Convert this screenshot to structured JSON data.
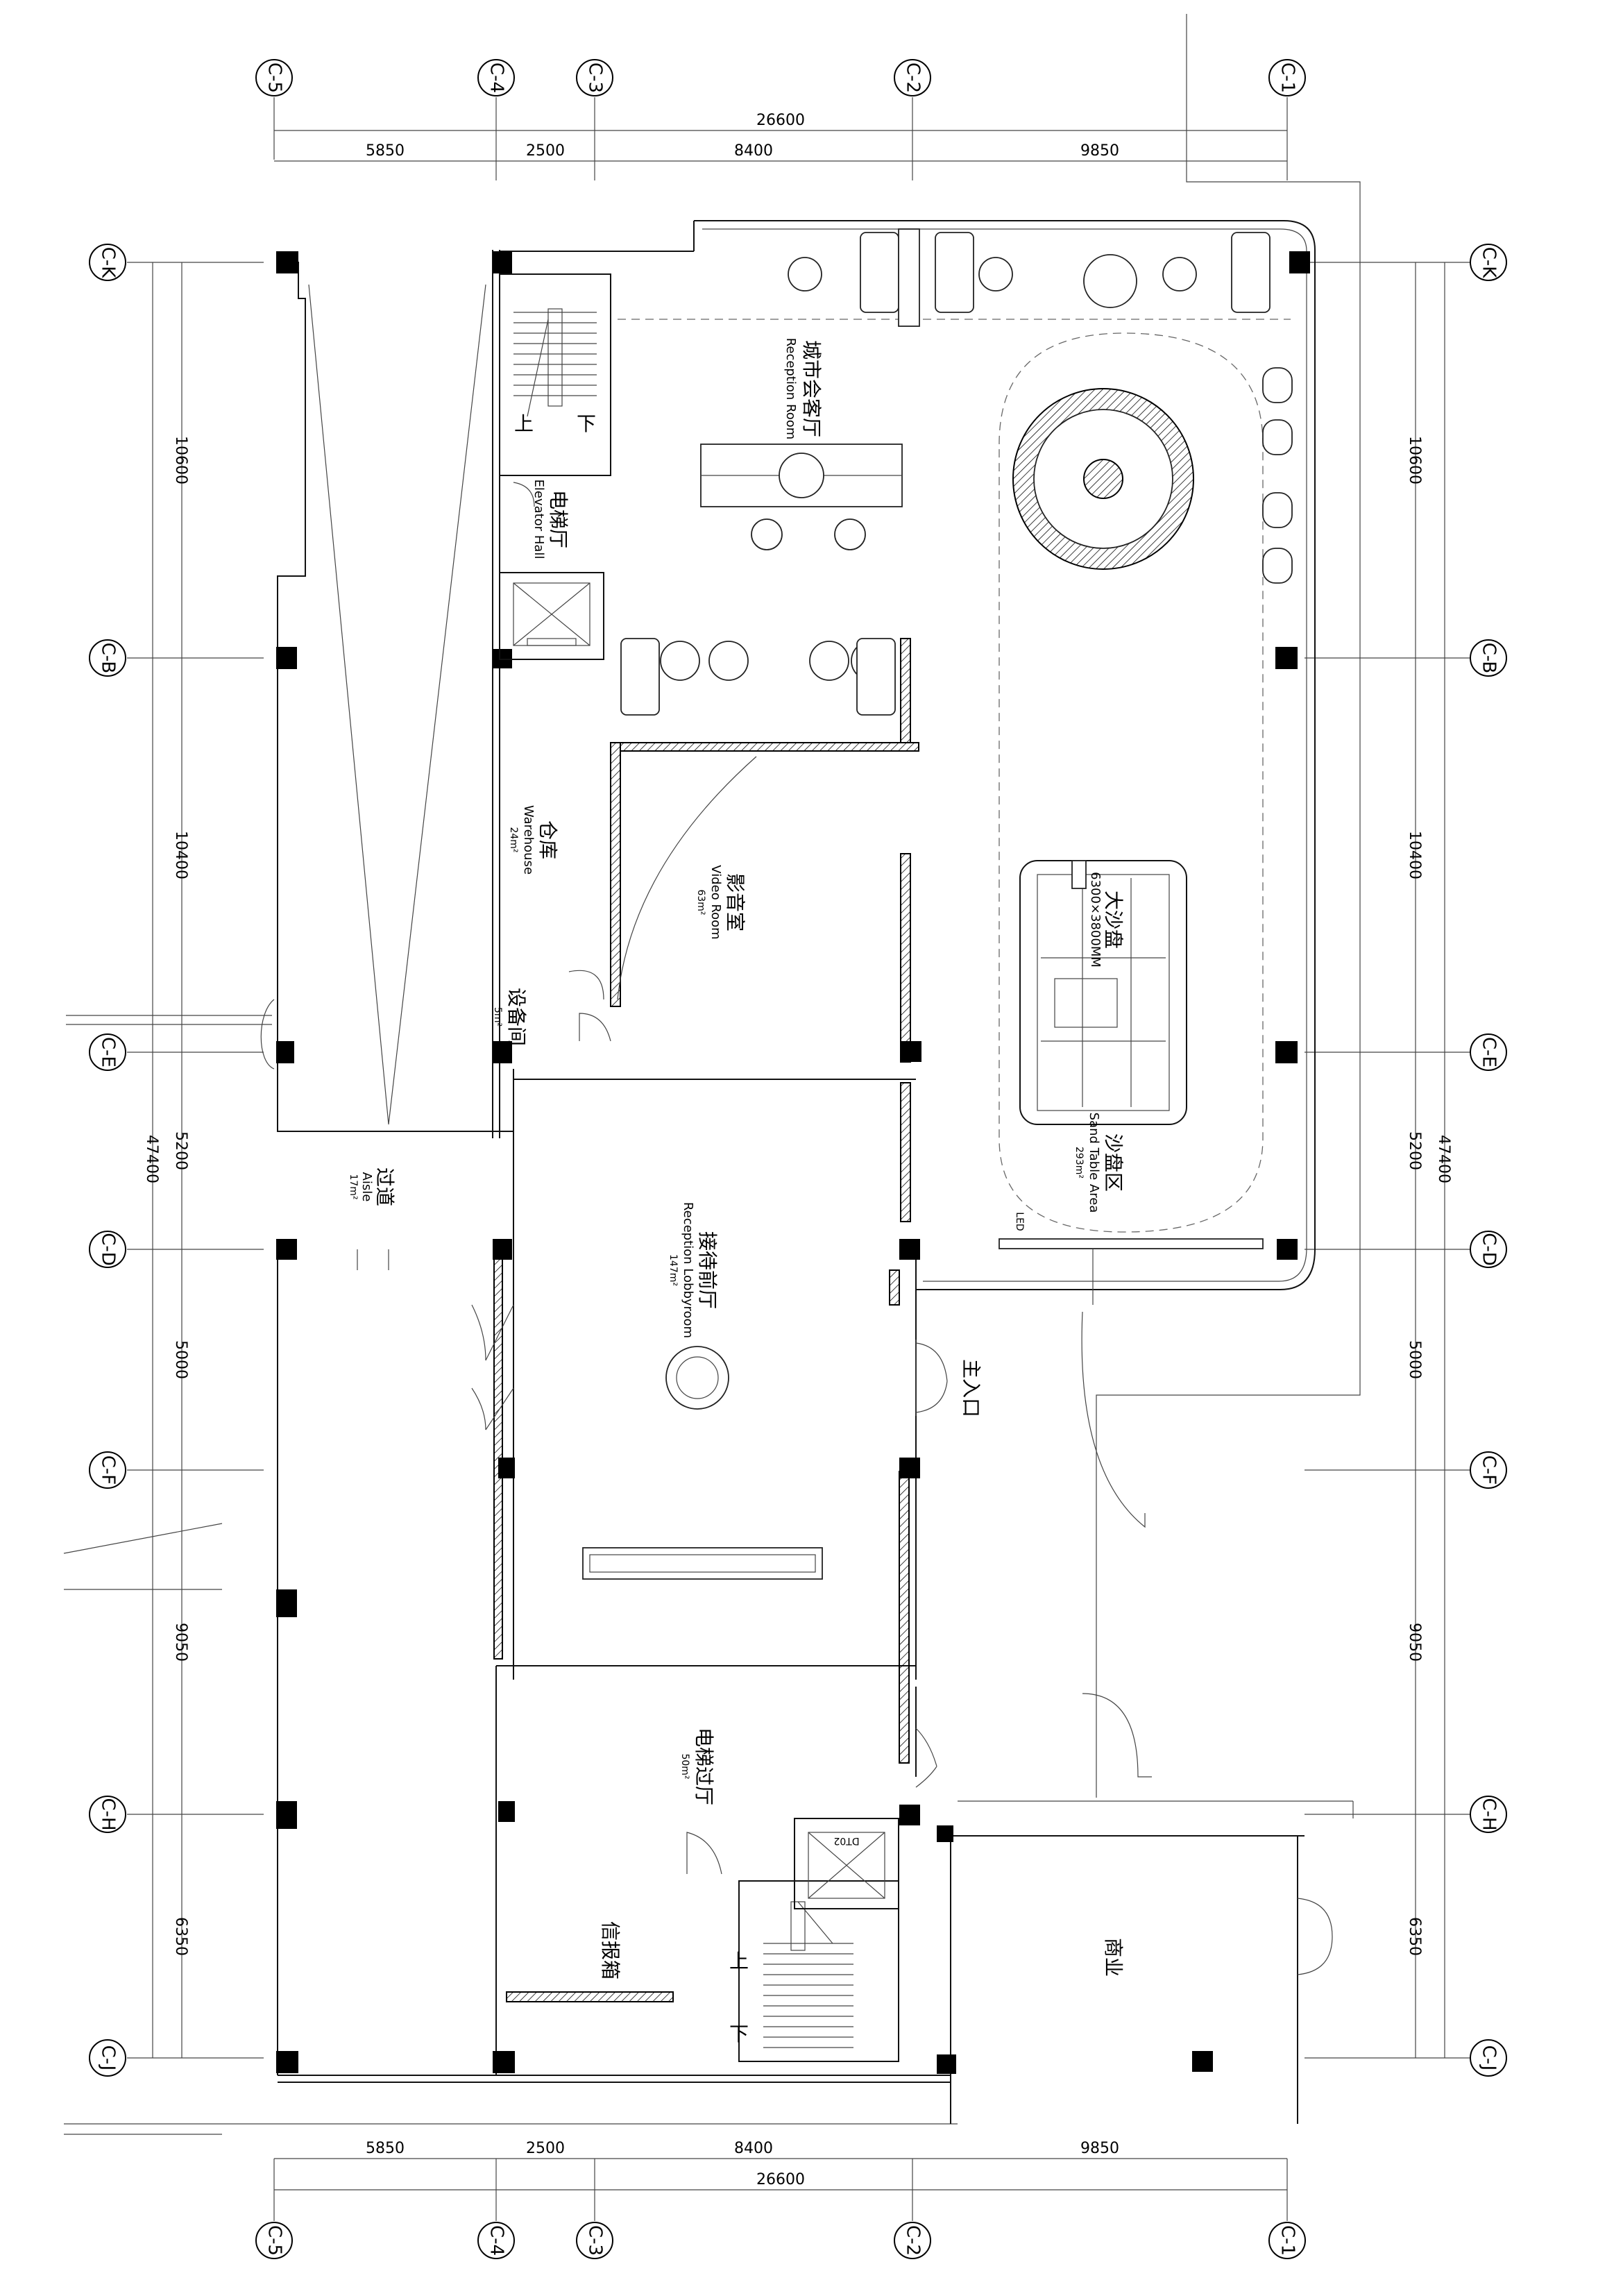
{
  "grid_columns": [
    "C-5",
    "C-4",
    "C-3",
    "C-2",
    "C-1"
  ],
  "grid_rows": [
    "C-K",
    "C-B",
    "C-E",
    "C-D",
    "C-F",
    "C-H",
    "C-J"
  ],
  "dimensions": {
    "total_width": "26600",
    "col_spans": [
      "5850",
      "2500",
      "8400",
      "9850"
    ],
    "total_height": "47400",
    "row_spans": [
      "10600",
      "10400",
      "5200",
      "5000",
      "9050",
      "6350"
    ]
  },
  "rooms": {
    "reception_room": {
      "cn": "城市会客厅",
      "en": "Reception Room"
    },
    "elevator_hall_top": {
      "cn": "电梯厅",
      "en": "Elevator Hall"
    },
    "warehouse": {
      "cn": "仓库",
      "en": "Warehouse",
      "area": "24m²"
    },
    "equipment": {
      "cn": "设备间",
      "area": "5m²"
    },
    "video_room": {
      "cn": "影音室",
      "en": "Video Room",
      "area": "63m²"
    },
    "sand_table_model": {
      "cn": "大沙盘",
      "en": "6300×3800MM"
    },
    "sand_table_area": {
      "cn": "沙盘区",
      "en": "Sand Table Area",
      "area": "293m²"
    },
    "aisle": {
      "cn": "过道",
      "en": "Aisle",
      "area": "17m²"
    },
    "lobby": {
      "cn": "接待前厅",
      "en": "Reception Lobbyroom",
      "area": "147m²"
    },
    "main_entrance": {
      "cn": "主入口"
    },
    "elevator_hall_bottom": {
      "cn": "电梯过厅",
      "area": "50m²"
    },
    "mailbox": {
      "cn": "信报箱"
    },
    "commercial": {
      "cn": "商业"
    }
  },
  "labels": {
    "led": "LED",
    "stair_up": "上",
    "stair_down": "下",
    "elevator_tag": "DT02"
  }
}
